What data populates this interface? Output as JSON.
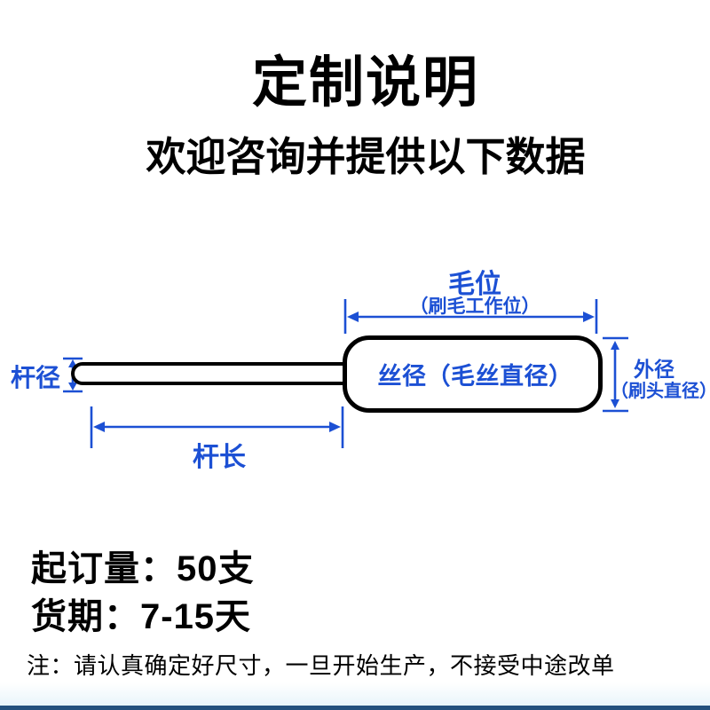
{
  "title": "定制说明",
  "subtitle": "欢迎咨询并提供以下数据",
  "diagram": {
    "bristle_area_label": "毛位",
    "bristle_area_sub": "（刷毛工作位）",
    "wire_diameter_label": "丝径（毛丝直径）",
    "outer_diameter_label": "外径",
    "outer_diameter_sub": "（刷头直径）",
    "rod_diameter_label": "杆径",
    "rod_length_label": "杆长"
  },
  "order": {
    "moq": "起订量：50支",
    "lead_time": "货期：7-15天",
    "note": "注：请认真确定好尺寸，一旦开始生产，不接受中途改单"
  },
  "colors": {
    "annotation_blue": "#1c50d4",
    "outline_black": "#000000",
    "footer_bar_navy": "#24517e"
  }
}
